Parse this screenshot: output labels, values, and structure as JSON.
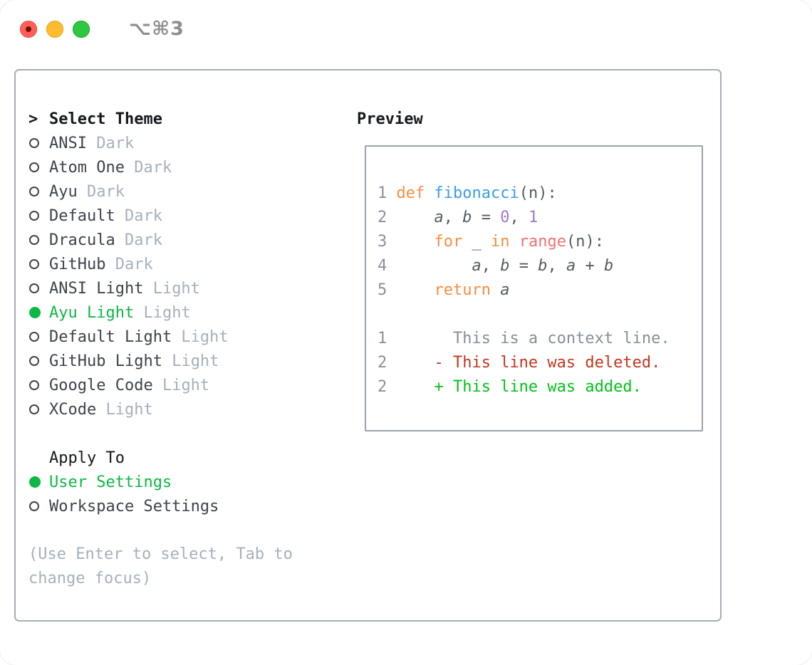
{
  "window": {
    "title": "⌥⌘3",
    "traffic_lights": [
      {
        "name": "close",
        "color": "#ff5f57"
      },
      {
        "name": "minimize",
        "color": "#febc2e"
      },
      {
        "name": "zoom",
        "color": "#2bc840"
      }
    ]
  },
  "theme_panel": {
    "cursor": ">",
    "header": "Select Theme",
    "items": [
      {
        "name": "ANSI",
        "variant": "Dark",
        "selected": false
      },
      {
        "name": "Atom One",
        "variant": "Dark",
        "selected": false
      },
      {
        "name": "Ayu",
        "variant": "Dark",
        "selected": false
      },
      {
        "name": "Default",
        "variant": "Dark",
        "selected": false
      },
      {
        "name": "Dracula",
        "variant": "Dark",
        "selected": false
      },
      {
        "name": "GitHub",
        "variant": "Dark",
        "selected": false
      },
      {
        "name": "ANSI Light",
        "variant": "Light",
        "selected": false
      },
      {
        "name": "Ayu Light",
        "variant": "Light",
        "selected": true
      },
      {
        "name": "Default Light",
        "variant": "Light",
        "selected": false
      },
      {
        "name": "GitHub Light",
        "variant": "Light",
        "selected": false
      },
      {
        "name": "Google Code",
        "variant": "Light",
        "selected": false
      },
      {
        "name": "XCode",
        "variant": "Light",
        "selected": false
      }
    ]
  },
  "apply_to": {
    "header": "Apply To",
    "options": [
      {
        "label": "User Settings",
        "selected": true
      },
      {
        "label": "Workspace Settings",
        "selected": false
      }
    ]
  },
  "help_text": "(Use Enter to select, Tab to change focus)",
  "preview": {
    "header": "Preview",
    "palette": {
      "kw": "#fa8d3e",
      "fn": "#399ee6",
      "num": "#a37acc",
      "sp": "#f07171",
      "d": "#555c64",
      "var": "#555c64",
      "ctx": "#878f99",
      "del": "#c2371f",
      "add": "#00c316"
    },
    "lines": [
      {
        "n": "1",
        "segs": [
          {
            "t": "def",
            "c": "kw"
          },
          {
            "t": " ",
            "c": "d"
          },
          {
            "t": "fibonacci",
            "c": "fn"
          },
          {
            "t": "(n):",
            "c": "d"
          }
        ]
      },
      {
        "n": "2",
        "segs": [
          {
            "t": "    ",
            "c": "d"
          },
          {
            "t": "a",
            "c": "var",
            "i": true
          },
          {
            "t": ", ",
            "c": "d"
          },
          {
            "t": "b",
            "c": "var",
            "i": true
          },
          {
            "t": " = ",
            "c": "d"
          },
          {
            "t": "0",
            "c": "num"
          },
          {
            "t": ", ",
            "c": "d"
          },
          {
            "t": "1",
            "c": "num"
          }
        ]
      },
      {
        "n": "3",
        "segs": [
          {
            "t": "    ",
            "c": "d"
          },
          {
            "t": "for",
            "c": "kw"
          },
          {
            "t": " _ ",
            "c": "d"
          },
          {
            "t": "in",
            "c": "kw"
          },
          {
            "t": " ",
            "c": "d"
          },
          {
            "t": "range",
            "c": "sp"
          },
          {
            "t": "(n):",
            "c": "d"
          }
        ]
      },
      {
        "n": "4",
        "segs": [
          {
            "t": "        ",
            "c": "d"
          },
          {
            "t": "a",
            "c": "var",
            "i": true
          },
          {
            "t": ", ",
            "c": "d"
          },
          {
            "t": "b",
            "c": "var",
            "i": true
          },
          {
            "t": " = ",
            "c": "d"
          },
          {
            "t": "b",
            "c": "var",
            "i": true
          },
          {
            "t": ", ",
            "c": "d"
          },
          {
            "t": "a",
            "c": "var",
            "i": true
          },
          {
            "t": " + ",
            "c": "d"
          },
          {
            "t": "b",
            "c": "var",
            "i": true
          }
        ]
      },
      {
        "n": "5",
        "segs": [
          {
            "t": "    ",
            "c": "d"
          },
          {
            "t": "return",
            "c": "kw"
          },
          {
            "t": " ",
            "c": "d"
          },
          {
            "t": "a",
            "c": "var",
            "i": true
          }
        ]
      },
      {
        "n": "",
        "segs": []
      },
      {
        "n": "1",
        "segs": [
          {
            "t": "      This is a context line.",
            "c": "ctx"
          }
        ]
      },
      {
        "n": "2",
        "segs": [
          {
            "t": "    - This line was deleted.",
            "c": "del"
          }
        ]
      },
      {
        "n": "2",
        "segs": [
          {
            "t": "    + This line was added.",
            "c": "add"
          }
        ]
      }
    ]
  },
  "colors": {
    "selection_green": "#0cb843",
    "text_dark": "#3d434c",
    "header_black": "#15181c",
    "muted": "#a6b0bd",
    "panel_border": "#a5adb7",
    "preview_border": "#9aa2ad",
    "line_number": "#8a9199"
  }
}
